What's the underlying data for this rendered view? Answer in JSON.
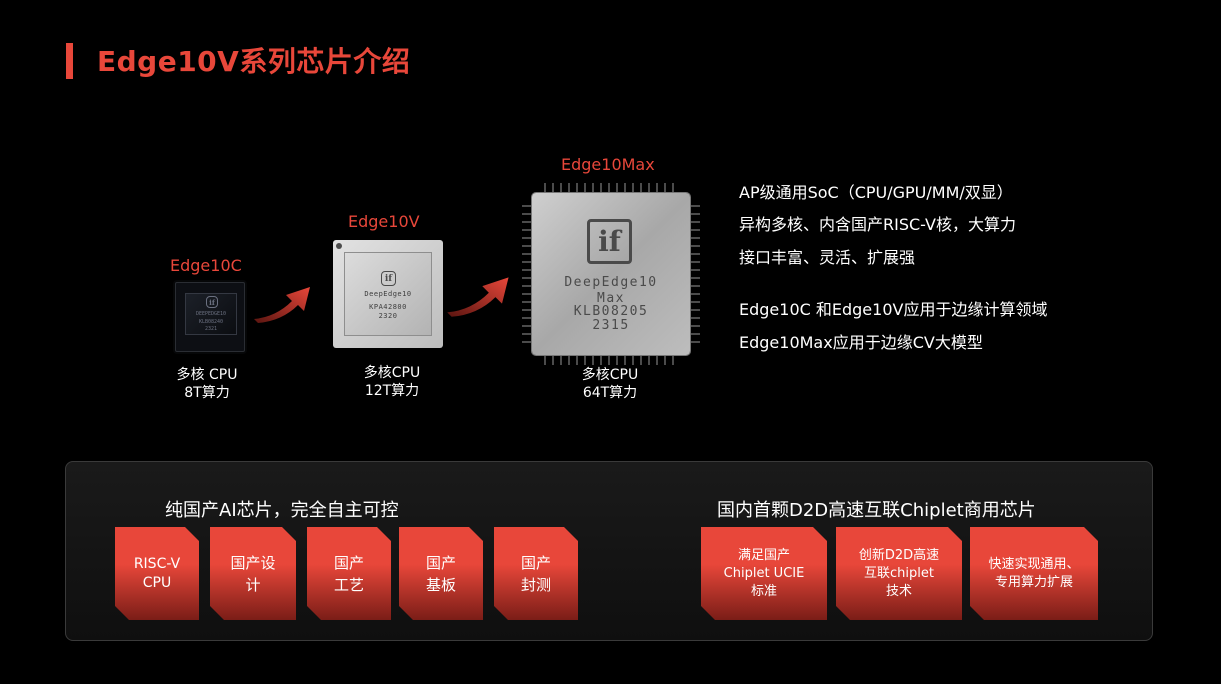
{
  "title": "Edge10V系列芯片介绍",
  "chips": {
    "c": {
      "name": "Edge10C",
      "desc_line1": "多核 CPU",
      "desc_line2": "8T算力",
      "marking_1": "DEEPEDGE10",
      "marking_2": "KLB08240",
      "marking_3": "2321"
    },
    "v": {
      "name": "Edge10V",
      "desc_line1": "多核CPU",
      "desc_line2": "12T算力",
      "marking_1": "DeepEdge10",
      "marking_2": "KPA42800",
      "marking_3": "2320"
    },
    "m": {
      "name": "Edge10Max",
      "desc_line1": "多核CPU",
      "desc_line2": "64T算力",
      "marking_1": "DeepEdge10",
      "marking_2": "Max",
      "marking_3": "KLB08205",
      "marking_4": "2315"
    }
  },
  "features": [
    "AP级通用SoC（CPU/GPU/MM/双显）",
    "异构多核、内含国产RISC-V核，大算力",
    "接口丰富、灵活、扩展强",
    "Edge10C 和Edge10V应用于边缘计算领域",
    "Edge10Max应用于边缘CV大模型"
  ],
  "panel": {
    "left_heading": "纯国产AI芯片，完全自主可控",
    "right_heading": "国内首颗D2D高速互联Chiplet商用芯片",
    "left_tiles": [
      {
        "line1": "RISC-V",
        "line2": "CPU"
      },
      {
        "line1": "国产设",
        "line2": "计"
      },
      {
        "line1": "国产",
        "line2": "工艺"
      },
      {
        "line1": "国产",
        "line2": "基板"
      },
      {
        "line1": "国产",
        "line2": "封测"
      }
    ],
    "right_tiles": [
      {
        "line1": "满足国产",
        "line2": "Chiplet UCIE",
        "line3": "标准"
      },
      {
        "line1": "创新D2D高速",
        "line2": "互联chiplet",
        "line3": "技术"
      },
      {
        "line1": "快速实现通用、",
        "line2": "专用算力扩展"
      }
    ]
  },
  "logo_text": "if",
  "colors": {
    "accent": "#e8473a",
    "background": "#000000"
  }
}
